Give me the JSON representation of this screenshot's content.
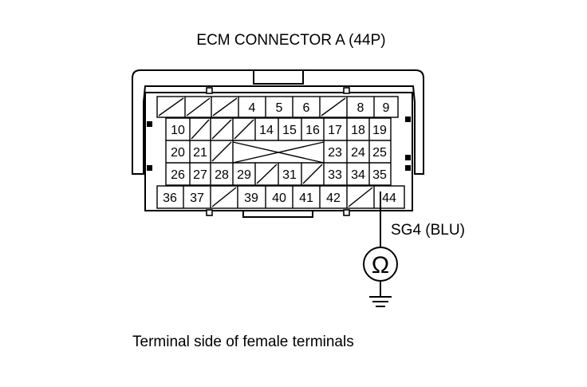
{
  "diagram": {
    "title": "ECM CONNECTOR A (44P)",
    "caption": "Terminal side of female terminals",
    "wire_label": "SG4 (BLU)",
    "meter_symbol": "Ω",
    "rows": [
      [
        "",
        "",
        "",
        "4",
        "5",
        "6",
        "",
        "8",
        "9"
      ],
      [
        "10",
        "",
        "",
        "",
        "14",
        "15",
        "16",
        "17",
        "18",
        "19"
      ],
      [
        "20",
        "21",
        "",
        "",
        "",
        "",
        "",
        "23",
        "24",
        "25"
      ],
      [
        "26",
        "27",
        "28",
        "29",
        "",
        "31",
        "",
        "33",
        "34",
        "35"
      ],
      [
        "36",
        "37",
        "",
        "39",
        "40",
        "41",
        "42",
        "",
        "44"
      ]
    ]
  }
}
